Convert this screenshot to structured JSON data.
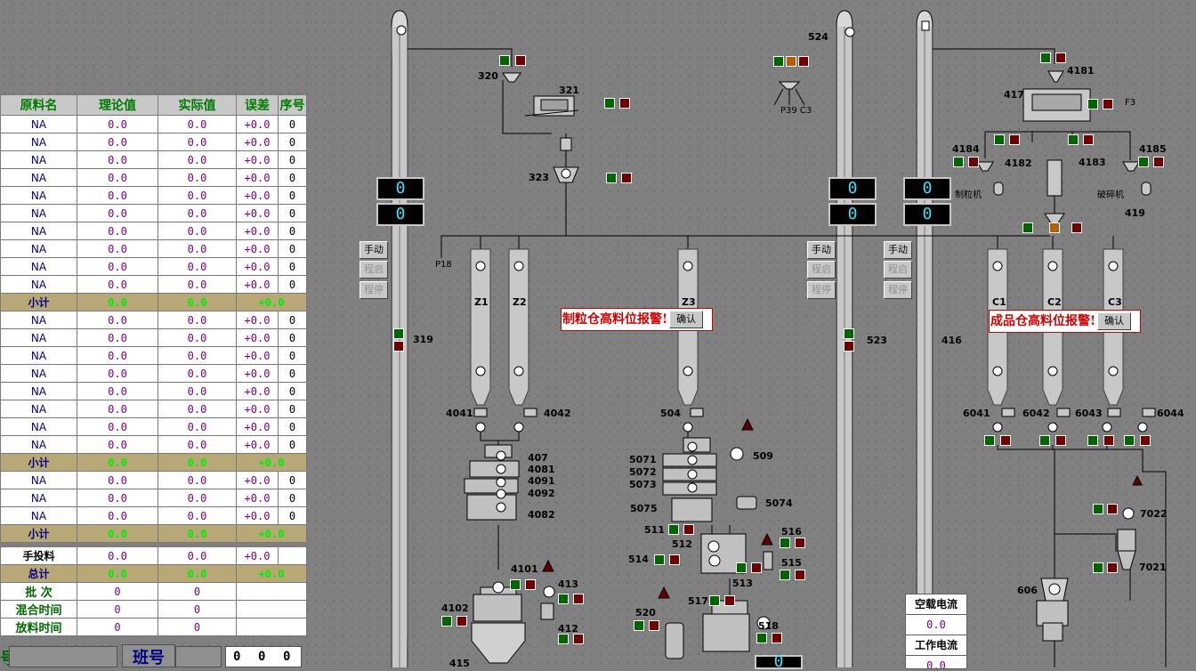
{
  "table": {
    "headers": [
      "原料名",
      "理论值",
      "实际值",
      "误差",
      "序号"
    ],
    "group1": [
      {
        "name": "NA",
        "theory": "0.0",
        "actual": "0.0",
        "error": "+0.0",
        "seq": "0"
      },
      {
        "name": "NA",
        "theory": "0.0",
        "actual": "0.0",
        "error": "+0.0",
        "seq": "0"
      },
      {
        "name": "NA",
        "theory": "0.0",
        "actual": "0.0",
        "error": "+0.0",
        "seq": "0"
      },
      {
        "name": "NA",
        "theory": "0.0",
        "actual": "0.0",
        "error": "+0.0",
        "seq": "0"
      },
      {
        "name": "NA",
        "theory": "0.0",
        "actual": "0.0",
        "error": "+0.0",
        "seq": "0"
      },
      {
        "name": "NA",
        "theory": "0.0",
        "actual": "0.0",
        "error": "+0.0",
        "seq": "0"
      },
      {
        "name": "NA",
        "theory": "0.0",
        "actual": "0.0",
        "error": "+0.0",
        "seq": "0"
      },
      {
        "name": "NA",
        "theory": "0.0",
        "actual": "0.0",
        "error": "+0.0",
        "seq": "0"
      },
      {
        "name": "NA",
        "theory": "0.0",
        "actual": "0.0",
        "error": "+0.0",
        "seq": "0"
      },
      {
        "name": "NA",
        "theory": "0.0",
        "actual": "0.0",
        "error": "+0.0",
        "seq": "0"
      }
    ],
    "subtotal1": {
      "name": "小计",
      "theory": "0.0",
      "actual": "0.0",
      "error": "+0.0"
    },
    "group2": [
      {
        "name": "NA",
        "theory": "0.0",
        "actual": "0.0",
        "error": "+0.0",
        "seq": "0"
      },
      {
        "name": "NA",
        "theory": "0.0",
        "actual": "0.0",
        "error": "+0.0",
        "seq": "0"
      },
      {
        "name": "NA",
        "theory": "0.0",
        "actual": "0.0",
        "error": "+0.0",
        "seq": "0"
      },
      {
        "name": "NA",
        "theory": "0.0",
        "actual": "0.0",
        "error": "+0.0",
        "seq": "0"
      },
      {
        "name": "NA",
        "theory": "0.0",
        "actual": "0.0",
        "error": "+0.0",
        "seq": "0"
      },
      {
        "name": "NA",
        "theory": "0.0",
        "actual": "0.0",
        "error": "+0.0",
        "seq": "0"
      },
      {
        "name": "NA",
        "theory": "0.0",
        "actual": "0.0",
        "error": "+0.0",
        "seq": "0"
      },
      {
        "name": "NA",
        "theory": "0.0",
        "actual": "0.0",
        "error": "+0.0",
        "seq": "0"
      }
    ],
    "subtotal2": {
      "name": "小计",
      "theory": "0.0",
      "actual": "0.0",
      "error": "+0.0"
    },
    "group3": [
      {
        "name": "NA",
        "theory": "0.0",
        "actual": "0.0",
        "error": "+0.0",
        "seq": "0"
      },
      {
        "name": "NA",
        "theory": "0.0",
        "actual": "0.0",
        "error": "+0.0",
        "seq": "0"
      },
      {
        "name": "NA",
        "theory": "0.0",
        "actual": "0.0",
        "error": "+0.0",
        "seq": "0"
      }
    ],
    "subtotal3": {
      "name": "小计",
      "theory": "0.0",
      "actual": "0.0",
      "error": "+0.0"
    },
    "manual": {
      "name": "手投料",
      "theory": "0.0",
      "actual": "0.0",
      "error": "+0.0"
    },
    "total": {
      "name": "总计",
      "theory": "0.0",
      "actual": "0.0",
      "error": "+0.0"
    },
    "batch": {
      "name": "批  次",
      "theory": "0",
      "actual": "0"
    },
    "mix_time": {
      "name": "混合时间",
      "theory": "0",
      "actual": "0"
    },
    "discharge_time": {
      "name": "放料时间",
      "theory": "0",
      "actual": "0"
    }
  },
  "bottom": {
    "left_label": "号",
    "shift_label": "班号",
    "shift_digits": [
      "0",
      "0",
      "0"
    ]
  },
  "elevators": [
    {
      "id": "319",
      "display_top": "0",
      "display_bottom": "0",
      "mode": [
        "手动",
        "程启",
        "程停"
      ]
    },
    {
      "id": "523",
      "display_top": "0",
      "display_bottom": "0",
      "mode": [
        "手动",
        "程启",
        "程停"
      ]
    },
    {
      "id": "416",
      "display_top": "0",
      "display_bottom": "0",
      "mode": [
        "手动",
        "程启",
        "程停"
      ]
    }
  ],
  "alarms": [
    {
      "text": "制粒仓高料位报警!",
      "button": "确认"
    },
    {
      "text": "成品仓高料位报警!",
      "button": "确认"
    }
  ],
  "current_panel": {
    "idle_label": "空载电流",
    "idle_value": "0.0",
    "work_label": "工作电流",
    "work_value": "0.0"
  },
  "bottom_display": "0",
  "labels": {
    "e524": "524",
    "e320": "320",
    "e321": "321",
    "e323": "323",
    "p18": "P18",
    "bins_left": [
      "Z1",
      "Z2",
      "Z3"
    ],
    "bins_right": [
      "C1",
      "C2",
      "C3"
    ],
    "f3": "F3",
    "p39": "P39 C3",
    "n417": "417",
    "n4181": "4181",
    "n4184": "4184",
    "n4182": "4182",
    "n4183": "4183",
    "n4185": "4185",
    "n419": "419",
    "granulator": "制粒机",
    "crusher": "破碎机",
    "n4041": "4041",
    "n4042": "4042",
    "n504": "504",
    "n6041": "6041",
    "n6042": "6042",
    "n6043": "6043",
    "n6044": "6044",
    "n407": "407",
    "n4081": "4081",
    "n4091": "4091",
    "n4092": "4092",
    "n4082": "4082",
    "n5071": "5071",
    "n5072": "5072",
    "n5073": "5073",
    "n5075": "5075",
    "n509": "509",
    "n5074": "5074",
    "n511": "511",
    "n512": "512",
    "n514": "514",
    "n516": "516",
    "n515": "515",
    "n513": "513",
    "n517": "517",
    "n520": "520",
    "n518": "518",
    "n4101": "4101",
    "n413": "413",
    "n4102": "4102",
    "n412": "412",
    "n415": "415",
    "n7022": "7022",
    "n7021": "7021",
    "n606": "606"
  }
}
